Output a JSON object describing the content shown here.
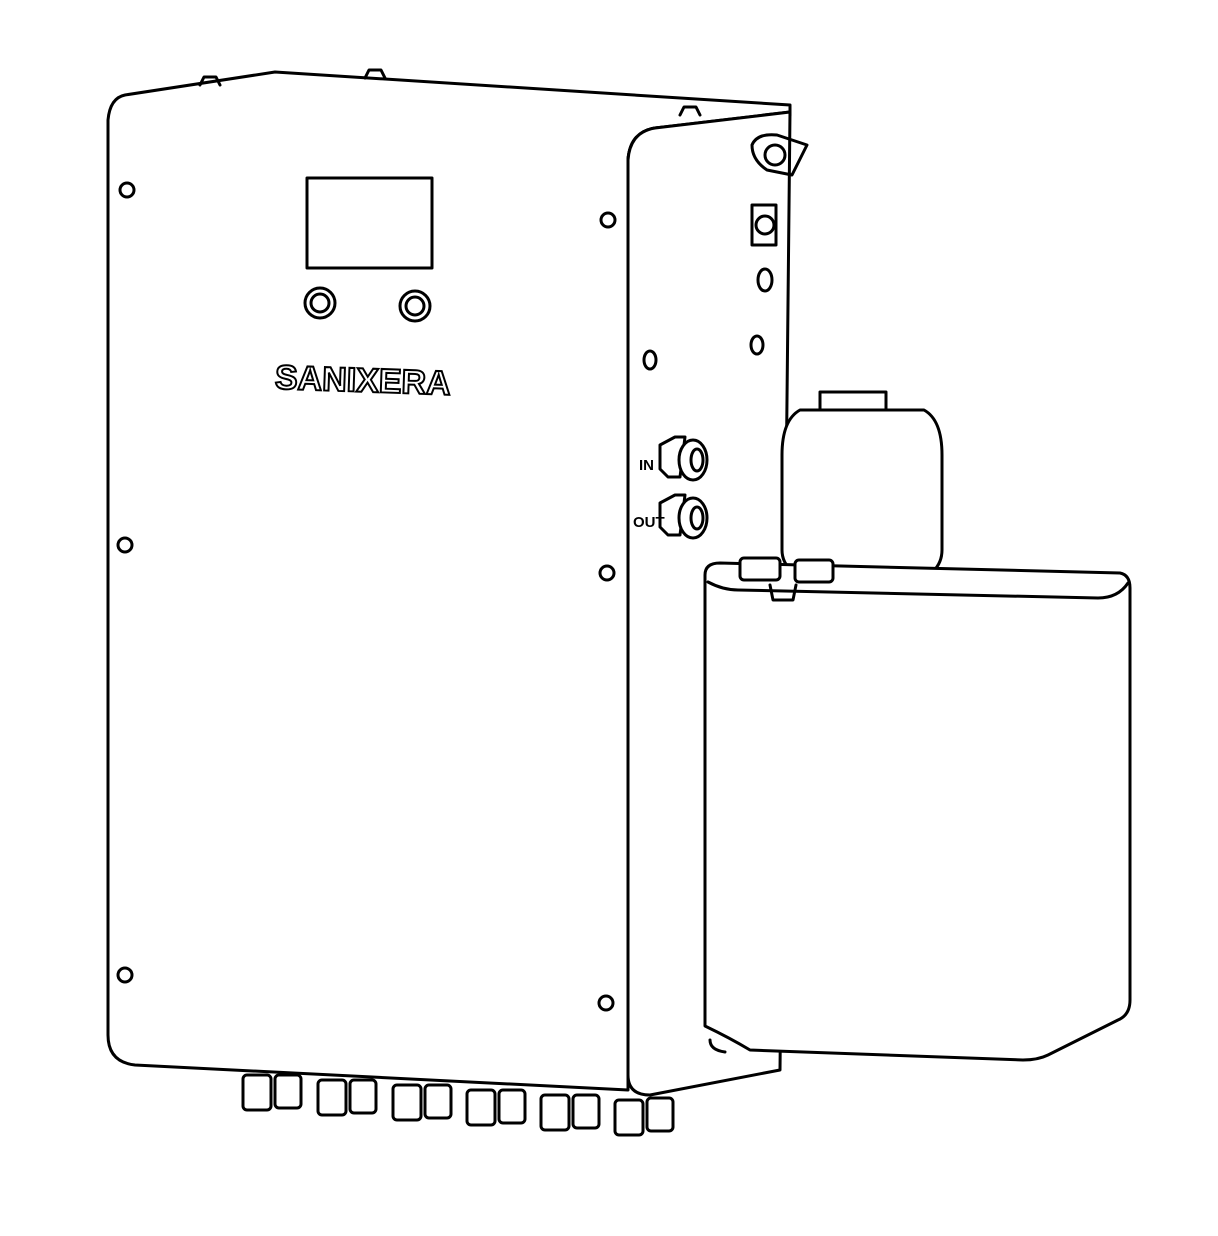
{
  "brand": "SANIXERA",
  "ports": {
    "in_label": "IN",
    "out_label": "OUT"
  },
  "colors": {
    "line": "#000000",
    "background": "#ffffff"
  }
}
